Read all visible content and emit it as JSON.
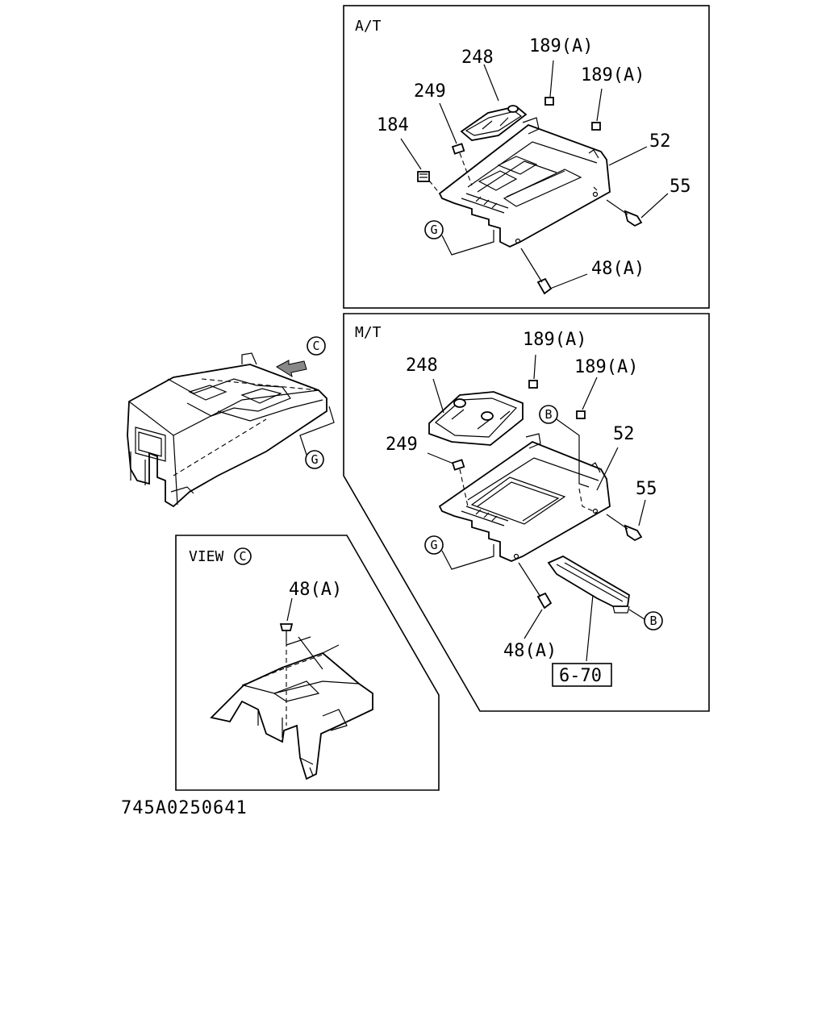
{
  "document_code": "745A0250641",
  "panels": {
    "at": {
      "title": "A/T",
      "labels": {
        "p248": "248",
        "p189a_1": "189(A)",
        "p189a_2": "189(A)",
        "p249": "249",
        "p184": "184",
        "p52": "52",
        "p55": "55",
        "p48a": "48(A)"
      },
      "callout_g": "G"
    },
    "mt": {
      "title": "M/T",
      "labels": {
        "p189a_1": "189(A)",
        "p248": "248",
        "p189a_2": "189(A)",
        "p52": "52",
        "p249": "249",
        "p55": "55",
        "p48a": "48(A)"
      },
      "callout_b1": "B",
      "callout_b2": "B",
      "callout_g": "G",
      "reference": "6-70"
    },
    "view": {
      "title": "VIEW",
      "title_callout": "C",
      "labels": {
        "p48a": "48(A)"
      }
    }
  },
  "overview": {
    "callout_c": "C",
    "callout_g": "G"
  }
}
